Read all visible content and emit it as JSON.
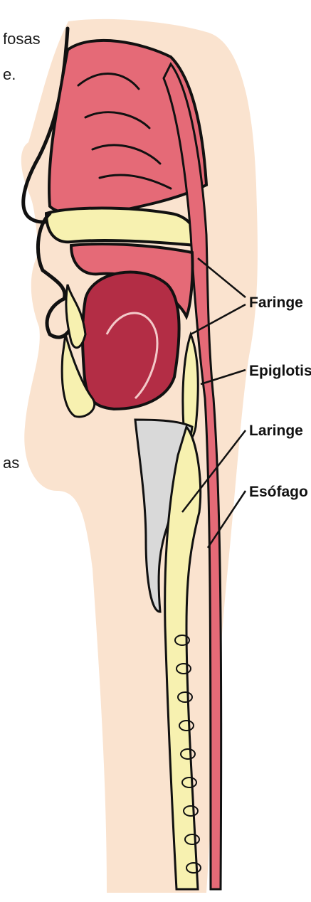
{
  "diagram": {
    "labels": {
      "faringe": "Faringe",
      "epiglotis": "Epiglotis",
      "laringe": "Laringe",
      "esofago": "Esófago"
    }
  },
  "clipped_text": {
    "line1": "fosas",
    "line2": "e.",
    "line3": "as"
  },
  "colors": {
    "skin": "#fae3cf",
    "cavity": "#e56a77",
    "tongue": "#b32d45",
    "cartilage": "#f7f1b0",
    "bone_gray": "#d9d9d9",
    "outline": "#111111"
  }
}
